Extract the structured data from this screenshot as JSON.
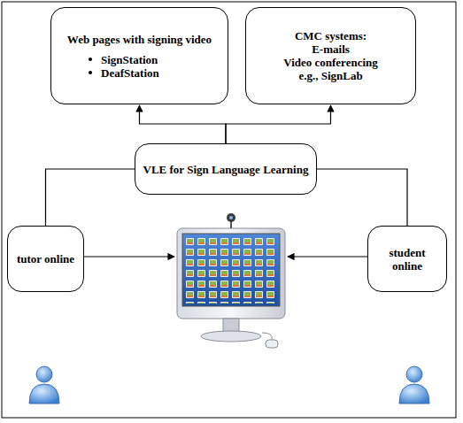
{
  "diagram": {
    "nodes": [
      {
        "text": [
          "Web pages with signing video",
          "SignStation",
          "DeafStation"
        ]
      },
      {
        "text": [
          "CMC systems:",
          "E-mails",
          "Video conferencing",
          "e.g., SignLab"
        ]
      },
      {
        "text": [
          "VLE for Sign Language Learning"
        ]
      },
      {
        "text": [
          "tutor online"
        ]
      },
      {
        "text": [
          "student online"
        ]
      }
    ],
    "edges": [
      {
        "from": 2,
        "to": 0,
        "arrow": "to"
      },
      {
        "from": 2,
        "to": 1,
        "arrow": "to"
      },
      {
        "from": 3,
        "to": 2,
        "arrow": "none"
      },
      {
        "from": 4,
        "to": 2,
        "arrow": "none"
      }
    ]
  }
}
